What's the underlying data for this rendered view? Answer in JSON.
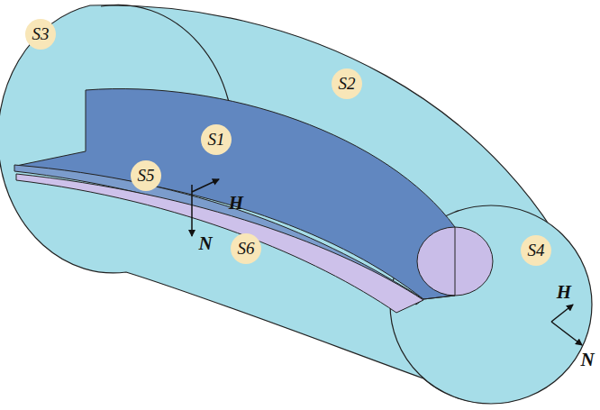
{
  "diagram": {
    "labels": [
      "S3",
      "S2",
      "S1",
      "S5",
      "H",
      "N",
      "S6",
      "S4",
      "H",
      "N"
    ]
  }
}
